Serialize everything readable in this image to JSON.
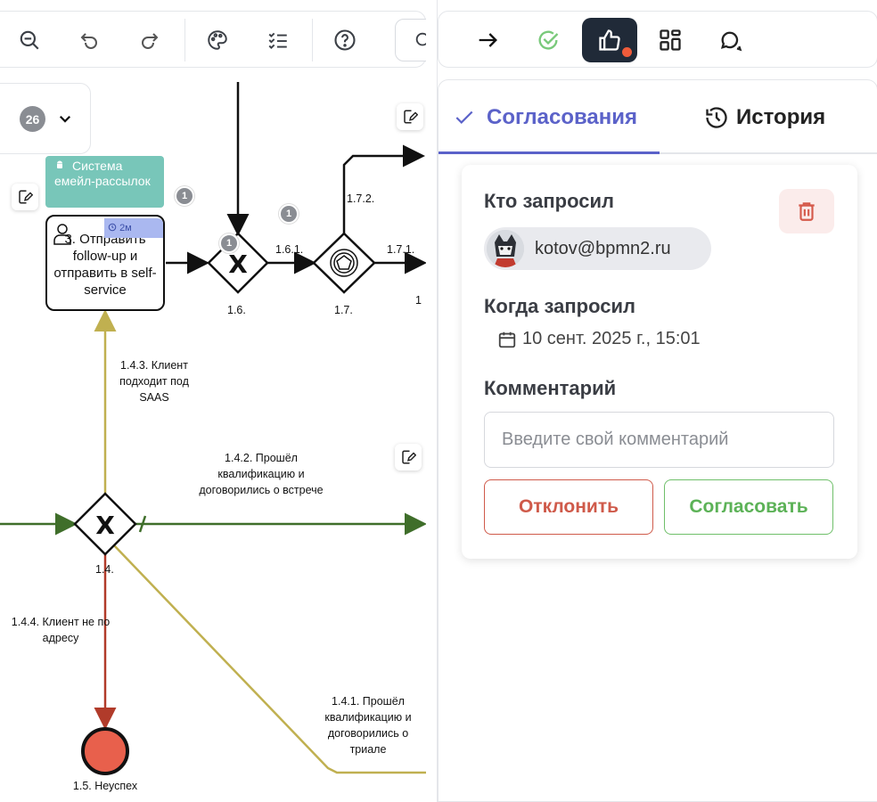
{
  "canvas": {
    "toolbar": {
      "zoom_out": "zoom-out-icon",
      "undo": "undo-icon",
      "redo": "redo-icon",
      "palette": "palette-icon",
      "checklist": "checklist-icon",
      "help": "help-icon"
    },
    "counter": "26",
    "system_tag": "Система емейл-рассылок",
    "task": {
      "label": "3. Отправить follow-up и отправить в self-service",
      "timer": "2м"
    },
    "badges": [
      "1",
      "1",
      "1"
    ],
    "labels": {
      "gw_16": "1.6.",
      "flow_161": "1.6.1.",
      "gw_17": "1.7.",
      "flow_172": "1.7.2.",
      "flow_171": "1.7.1.",
      "edge_1": "1",
      "flow_143": "1.4.3. Клиент подходит под SAAS",
      "flow_142": "1.4.2. Прошёл квалификацию и договорились о встрече",
      "gw_14": "1.4.",
      "flow_144": "1.4.4. Клиент не по адресу",
      "flow_141": "1.4.1. Прошёл квалификацию и договорились о триале",
      "end_15": "1.5. Неуспех"
    }
  },
  "panel": {
    "toolbar": {
      "arrow": "arrow-right-icon",
      "check": "check-circle-icon",
      "like": "thumbs-up-icon",
      "grid": "grid-icon",
      "chat": "chat-icon"
    },
    "tabs": {
      "approvals": "Согласования",
      "history": "История"
    },
    "card": {
      "requested_by_title": "Кто запросил",
      "requester_email": "kotov@bpmn2.ru",
      "requested_at_title": "Когда запросил",
      "requested_at": "10 сент. 2025 г., 15:01",
      "comment_title": "Комментарий",
      "comment_placeholder": "Введите свой комментарий",
      "reject_label": "Отклонить",
      "approve_label": "Согласовать"
    },
    "colors": {
      "accent": "#5b62c9",
      "reject": "#cf5a4a",
      "approve": "#5cb257",
      "active_button": "#202a38",
      "notification_dot": "#ef5b3a"
    }
  }
}
